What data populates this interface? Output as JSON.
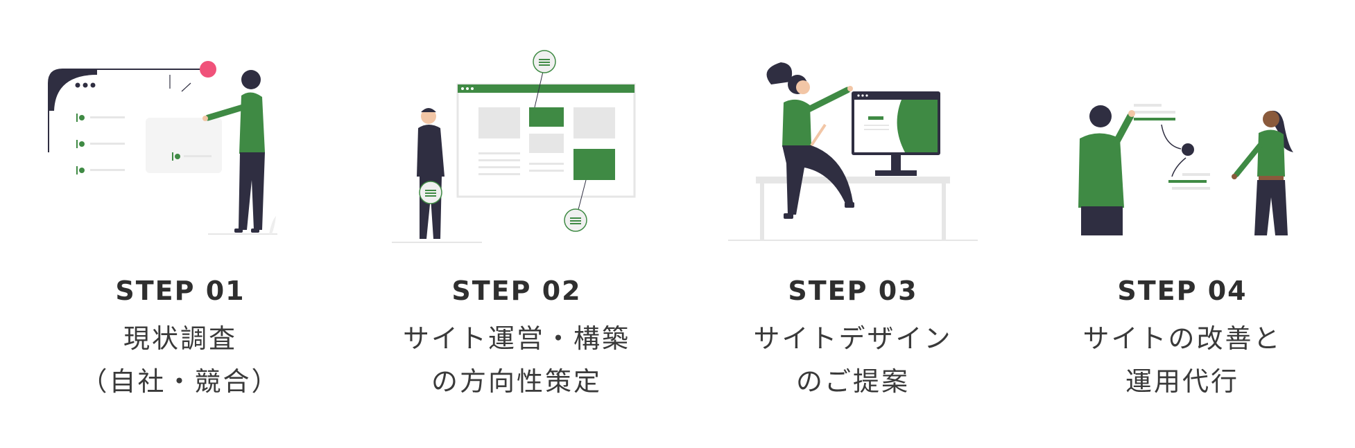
{
  "colors": {
    "accent_green": "#3f8a44",
    "dark": "#2f2e41",
    "pink": "#f0527a",
    "light_gray": "#e6e6e6"
  },
  "steps": [
    {
      "label": "STEP 01",
      "title_line1": "現状調査",
      "title_line2": "（自社・競合）",
      "illustration": "woman-presenting-list-illustration"
    },
    {
      "label": "STEP 02",
      "title_line1": "サイト運営・構築",
      "title_line2": "の方向性策定",
      "illustration": "man-with-website-wireframe-illustration"
    },
    {
      "label": "STEP 03",
      "title_line1": "サイトデザイン",
      "title_line2": "のご提案",
      "illustration": "woman-sitting-at-monitor-illustration"
    },
    {
      "label": "STEP 04",
      "title_line1": "サイトの改善と",
      "title_line2": "運用代行",
      "illustration": "two-people-workflow-illustration"
    }
  ]
}
